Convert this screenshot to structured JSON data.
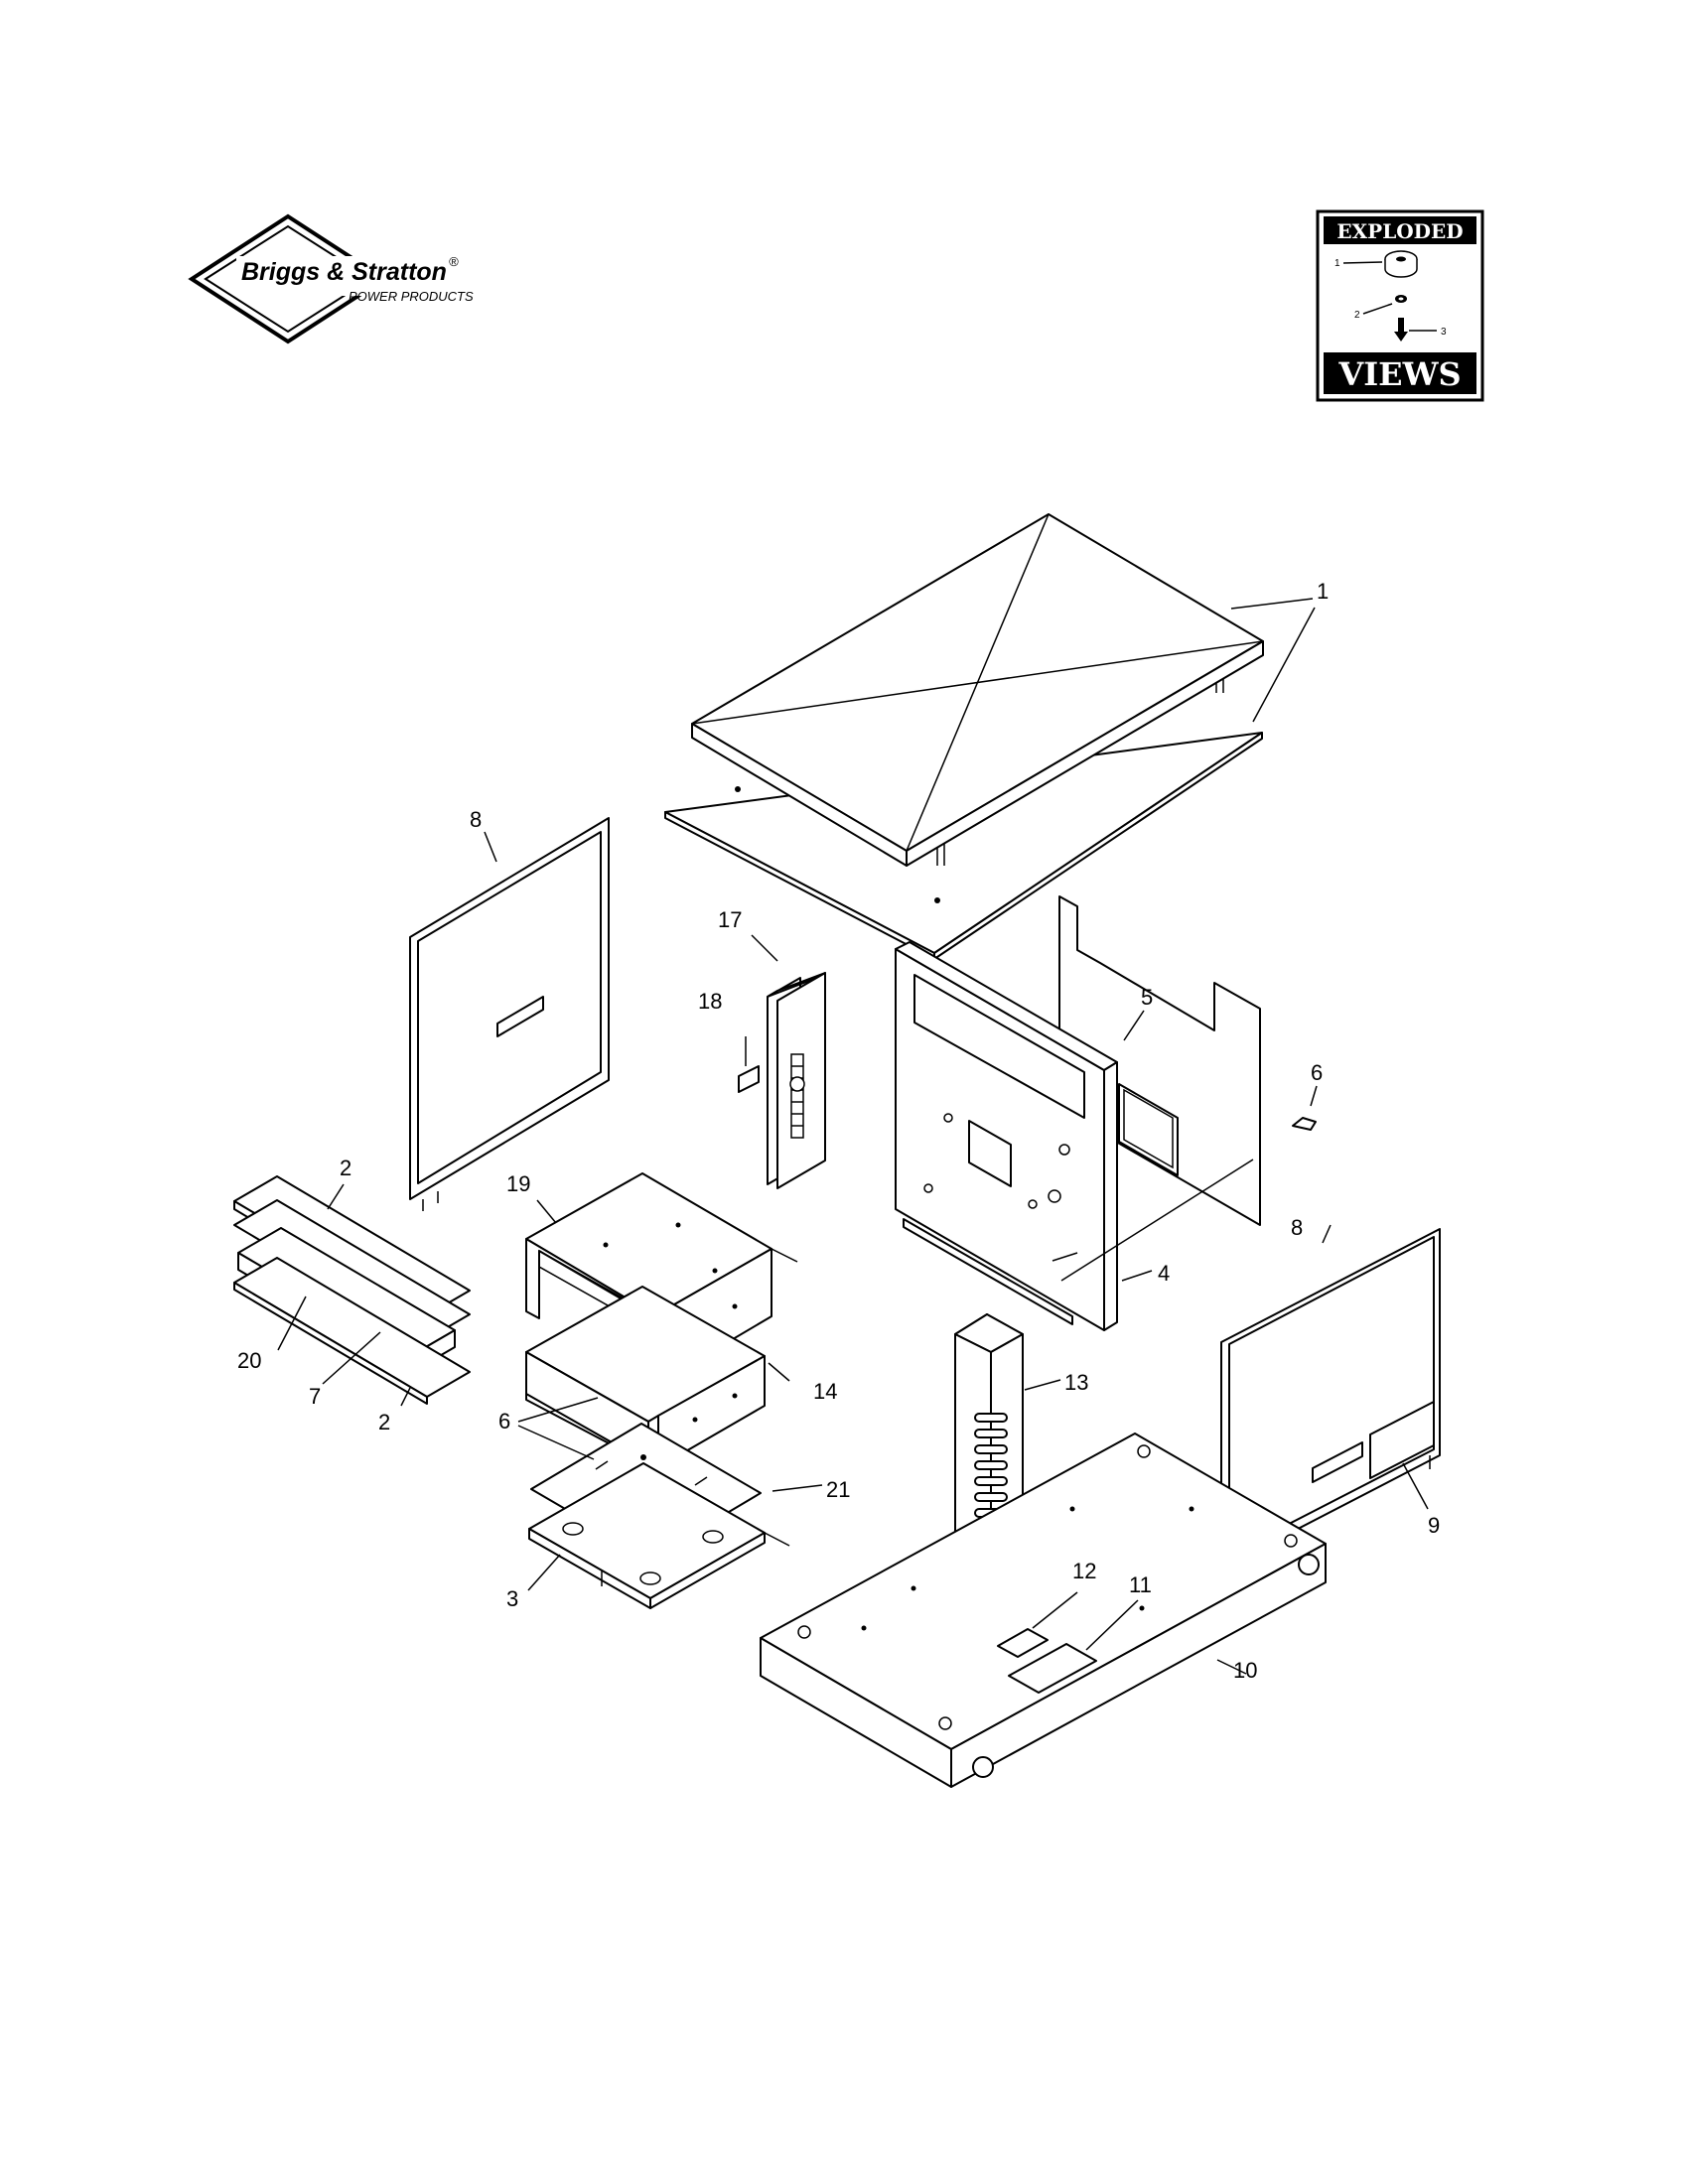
{
  "brand": {
    "name": "Briggs & Stratton",
    "trademark": "®",
    "division": "POWER PRODUCTS"
  },
  "badge": {
    "top_word": "EXPLODED",
    "bottom_word": "VIEWS",
    "callouts": [
      "1",
      "2",
      "3"
    ]
  },
  "callouts": {
    "c1": "1",
    "c2a": "2",
    "c2b": "2",
    "c3": "3",
    "c4": "4",
    "c5": "5",
    "c6a": "6",
    "c6b": "6",
    "c7": "7",
    "c8a": "8",
    "c8b": "8",
    "c9": "9",
    "c10": "10",
    "c11": "11",
    "c12": "12",
    "c13": "13",
    "c14": "14",
    "c17": "17",
    "c18": "18",
    "c19": "19",
    "c20": "20",
    "c21": "21"
  }
}
